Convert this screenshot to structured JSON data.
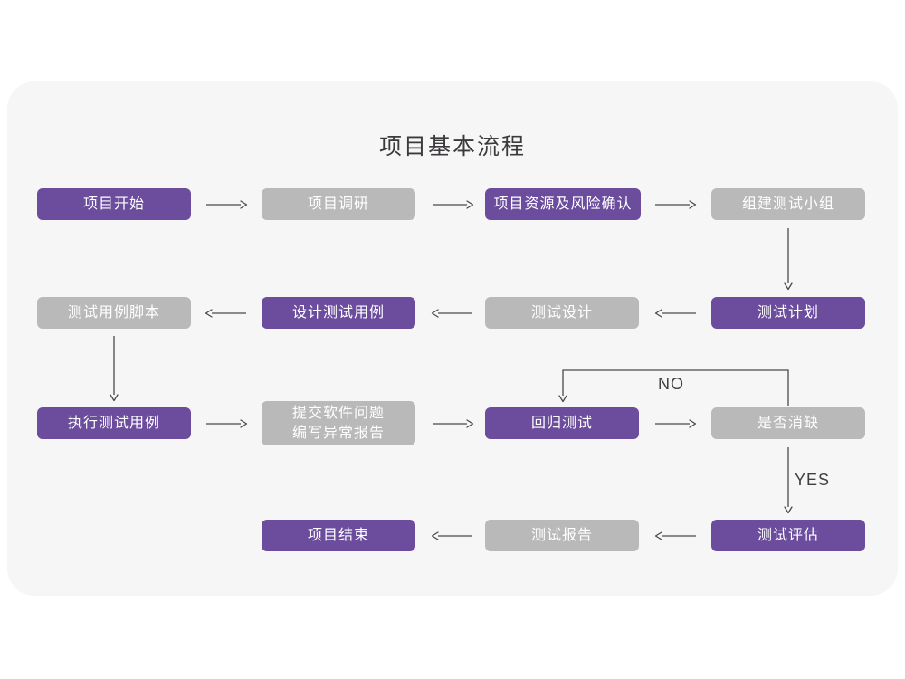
{
  "title": "项目基本流程",
  "decision_labels": {
    "no": "NO",
    "yes": "YES"
  },
  "nodes": [
    {
      "label": "项目开始"
    },
    {
      "label": "项目调研"
    },
    {
      "label": "项目资源及风险确认"
    },
    {
      "label": "组建测试小组"
    },
    {
      "label": "测试计划"
    },
    {
      "label": "测试设计"
    },
    {
      "label": "设计测试用例"
    },
    {
      "label": "测试用例脚本"
    },
    {
      "label": "执行测试用例"
    },
    {
      "label": "提交软件问题\n编写异常报告"
    },
    {
      "label": "回归测试"
    },
    {
      "label": "是否消缺"
    },
    {
      "label": "测试评估"
    },
    {
      "label": "测试报告"
    },
    {
      "label": "项目结束"
    }
  ],
  "colors": {
    "purple_node": "#6b4c9d",
    "gray_node": "#b9b9b9",
    "arrow": "#4a4a4a",
    "card_background": "#f6f6f7",
    "page_background": "#ffffff",
    "node_text": "#ffffff",
    "title_text": "#3d3a3d"
  }
}
